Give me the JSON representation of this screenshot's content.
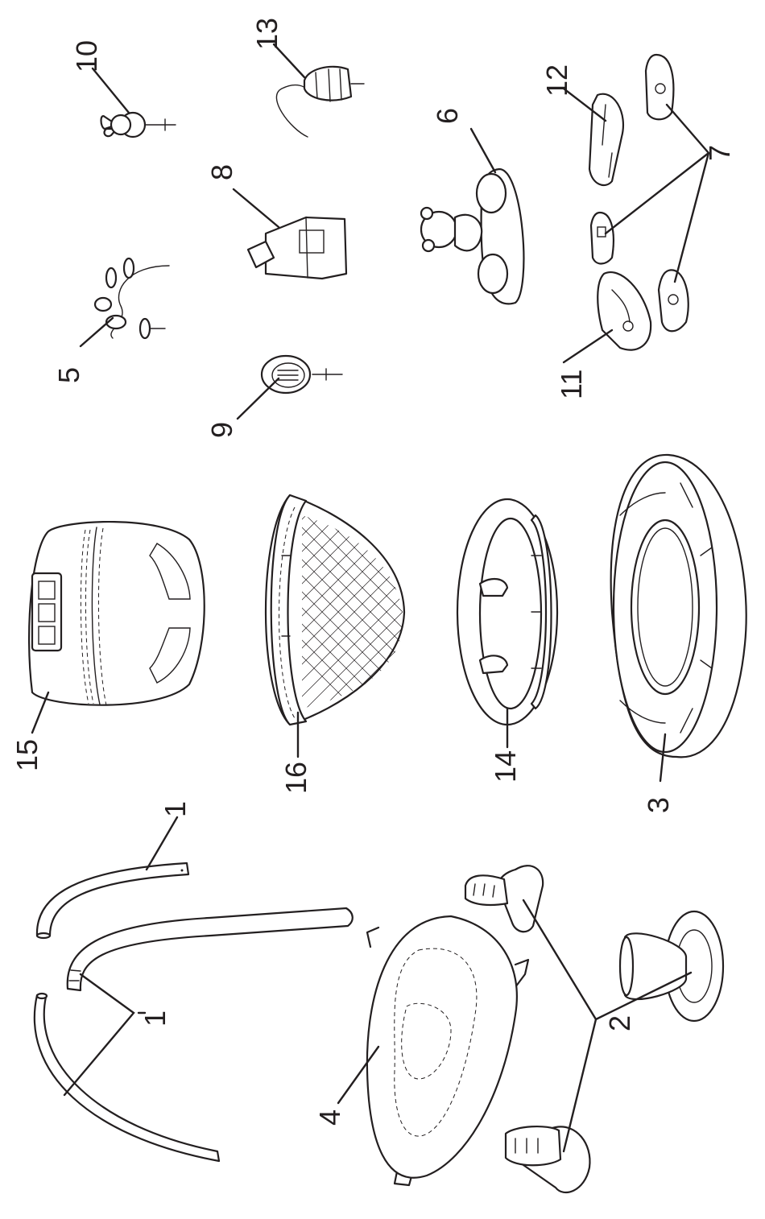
{
  "callouts": {
    "c1a": "1",
    "c1b": "1",
    "c2": "2",
    "c3": "3",
    "c4": "4",
    "c5": "5",
    "c6": "6",
    "c7": "7",
    "c8": "8",
    "c9": "9",
    "c10": "10",
    "c11": "11",
    "c12": "12",
    "c13": "13",
    "c14": "14",
    "c15": "15",
    "c16": "16"
  },
  "colors": {
    "ink": "#231f20",
    "paper": "#ffffff"
  },
  "parts": [
    "frame-tube-icon",
    "base-leg-icon",
    "base-ring-icon",
    "base-pad-icon",
    "toy-spiral-icon",
    "bear-toy-tray-icon",
    "foot-cap-icon",
    "light-box-icon",
    "rattle-toy-icon",
    "bunny-toy-icon",
    "clip-icon",
    "clip-bracket-icon",
    "stacker-toy-icon",
    "seat-ring-icon",
    "seat-pad-icon",
    "mesh-seat-icon"
  ]
}
